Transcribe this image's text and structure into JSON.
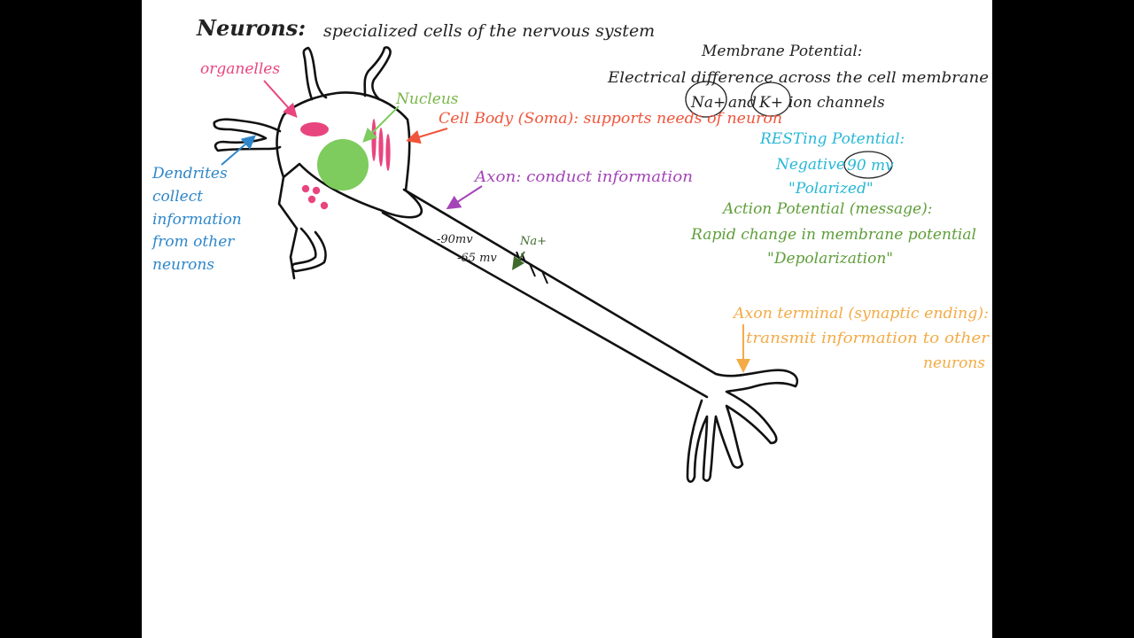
{
  "title": {
    "heading": "Neurons:",
    "subtitle": "specialized cells of the nervous system"
  },
  "labels": {
    "organelles": "organelles",
    "nucleus": "Nucleus",
    "cell_body": "Cell Body (Soma): supports needs of neuron",
    "axon": "Axon: conduct information",
    "dendrites": [
      "Dendrites",
      "collect",
      "information",
      "from other",
      "neurons"
    ],
    "axon_terminal": [
      "Axon terminal (synaptic ending):",
      "transmit information to other",
      "neurons"
    ],
    "axon_mv_1": "-90mv",
    "axon_mv_2": "-65 mv",
    "axon_na": "Na+"
  },
  "membrane": {
    "heading": "Membrane Potential:",
    "definition": "Electrical difference across the cell membrane",
    "ion_na": "Na+",
    "ion_and": "and",
    "ion_k": "K+",
    "ion_channels": "ion channels",
    "resting_heading": "RESTing Potential:",
    "resting_negative": "Negative",
    "resting_value": "90 mv",
    "resting_polarized": "\"Polarized\"",
    "action_heading": "Action Potential (message):",
    "action_definition": "Rapid change in membrane potential",
    "action_depolarization": "\"Depolarization\""
  },
  "colors": {
    "ink": "#222222",
    "pink": "#e8457f",
    "green": "#7dcc5d",
    "green_text": "#7ab648",
    "orange_red": "#f0553a",
    "purple": "#a444b8",
    "blue": "#2e86c9",
    "cyan": "#27b8d6",
    "olive": "#5f9e3a",
    "orange": "#f3ab47",
    "dark_green": "#3e6b2c"
  }
}
